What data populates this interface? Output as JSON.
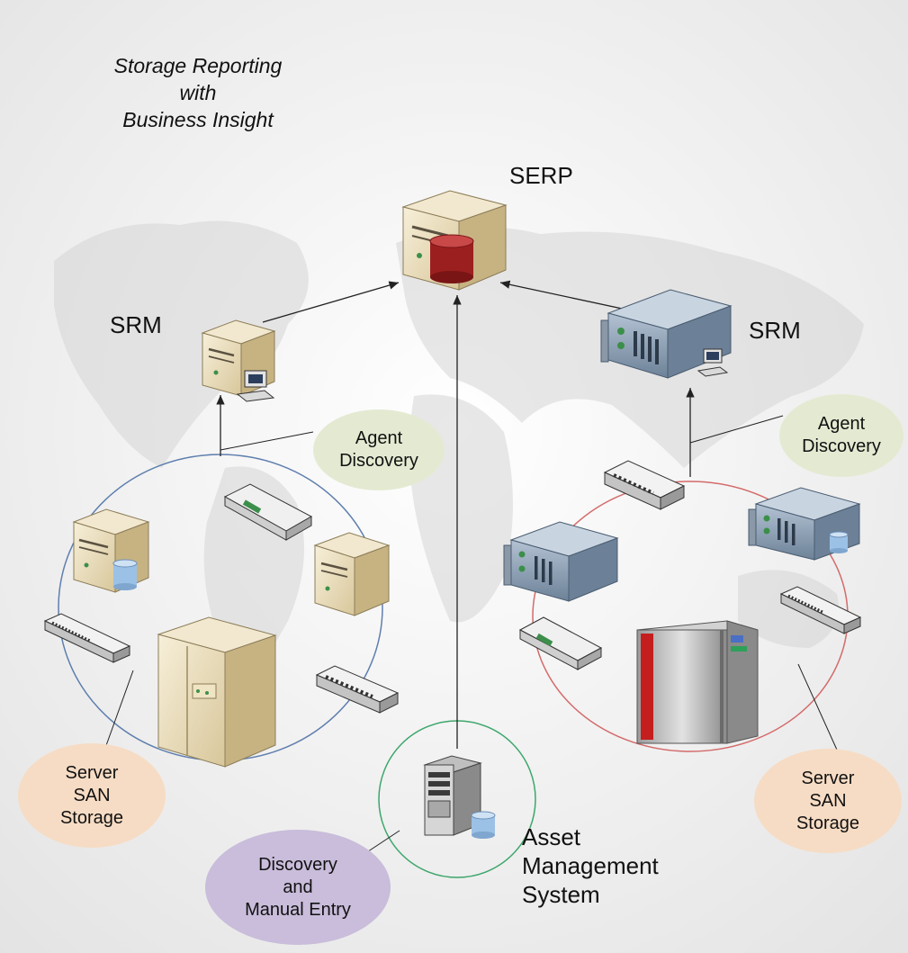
{
  "title": {
    "line1": "Storage Reporting",
    "line2": "with",
    "line3": "Business Insight"
  },
  "nodes": {
    "serp": "SERP",
    "srm_left": "SRM",
    "srm_right": "SRM",
    "asset": {
      "line1": "Asset",
      "line2": "Management",
      "line3": "System"
    }
  },
  "bubbles": {
    "agent_left": {
      "line1": "Agent",
      "line2": "Discovery"
    },
    "agent_right": {
      "line1": "Agent",
      "line2": "Discovery"
    },
    "storage_left": {
      "line1": "Server",
      "line2": "SAN",
      "line3": "Storage"
    },
    "storage_right": {
      "line1": "Server",
      "line2": "SAN",
      "line3": "Storage"
    },
    "discovery": {
      "line1": "Discovery",
      "line2": "and",
      "line3": "Manual Entry"
    }
  },
  "colors": {
    "tan": "#e9dcb8",
    "steel": "#8fa3b8",
    "db_red": "#9c1f1f",
    "db_blue": "#9cc1e6",
    "bubble_green": "#e4ead2",
    "bubble_peach": "#f6dcc4",
    "bubble_purple": "#c9bddb",
    "ring_blue": "#5f7fae",
    "ring_red": "#d46a6a",
    "ring_green": "#3ca66b"
  }
}
